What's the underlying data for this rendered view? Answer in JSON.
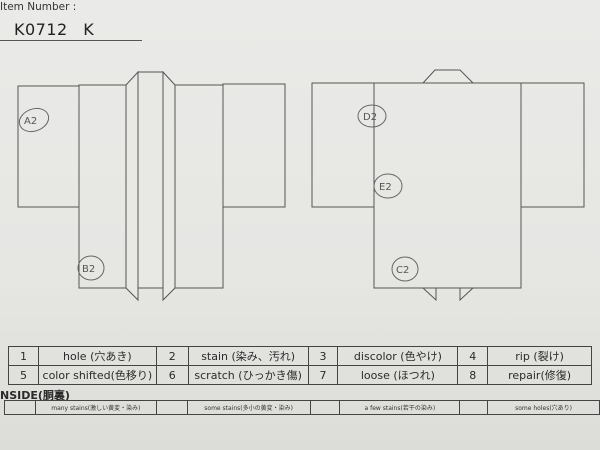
{
  "header": {
    "item_number_label": "Item Number :",
    "item_number": "K0712  K"
  },
  "front_marks": [
    "A2",
    "B2"
  ],
  "back_marks": [
    "D2",
    "E2",
    "C2"
  ],
  "legend": {
    "rows": [
      [
        {
          "num": "1",
          "label": "hole (穴あき)"
        },
        {
          "num": "2",
          "label": "stain (染み、汚れ)"
        },
        {
          "num": "3",
          "label": "discolor (色やけ)"
        },
        {
          "num": "4",
          "label": "rip (裂け)"
        }
      ],
      [
        {
          "num": "5",
          "label": "color shifted(色移り)"
        },
        {
          "num": "6",
          "label": "scratch (ひっかき傷)"
        },
        {
          "num": "7",
          "label": "loose (ほつれ)"
        },
        {
          "num": "8",
          "label": "repair(修復)"
        }
      ]
    ]
  },
  "inside": {
    "title": "NSIDE(胴裏)",
    "items": [
      "many stains(激しい黄変・染み)",
      "some stains(多小の黄変・染み)",
      "a few stains(若干の染み)",
      "some holes(穴あり)"
    ]
  }
}
